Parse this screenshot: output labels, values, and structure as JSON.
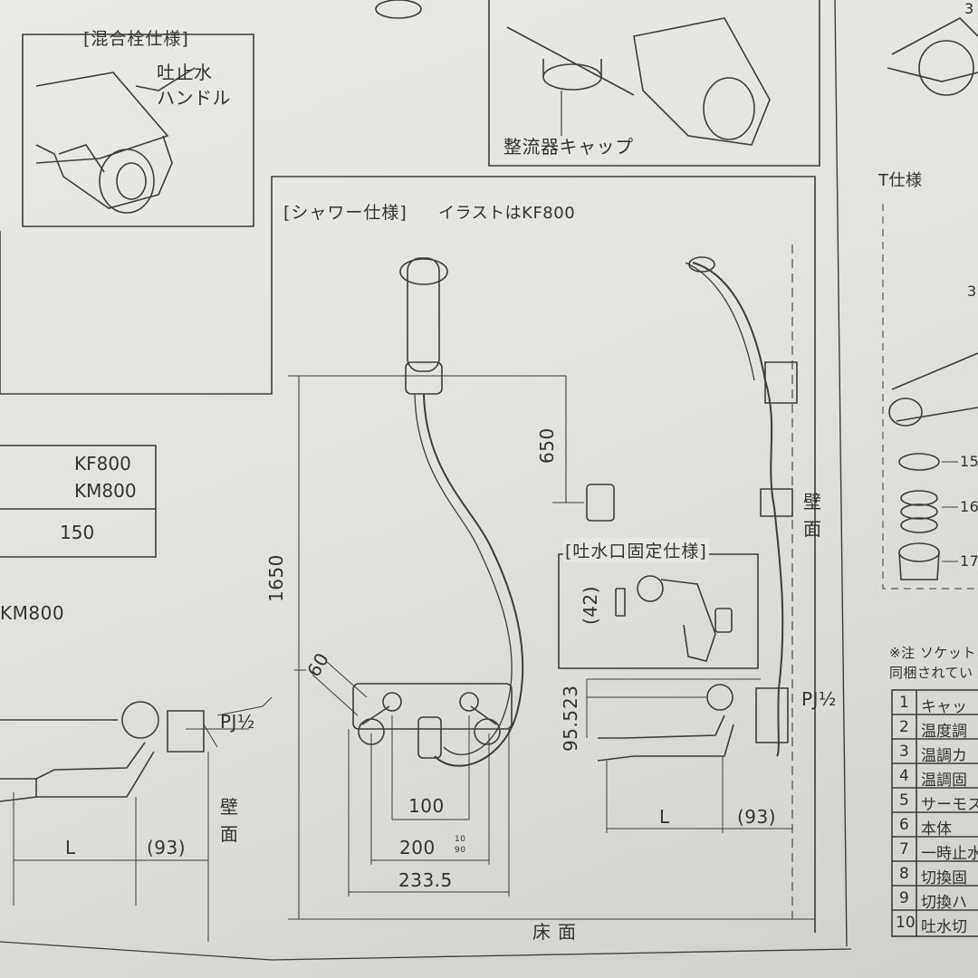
{
  "mixer_spec": {
    "title": "[混合栓仕様]",
    "label_line1": "吐止水",
    "label_line2": "ハンドル"
  },
  "aerator_label": "整流器キャップ",
  "shower_spec": {
    "title": "[シャワー仕様]",
    "note": "イラストはKF800"
  },
  "spout_fixed_spec": {
    "title": "[吐水口固定仕様]",
    "dim": "(42)"
  },
  "table_left": {
    "models": [
      "KF800",
      "KM800"
    ],
    "value": "150"
  },
  "model_caption": "KM800",
  "dimensions": {
    "height": "1650",
    "hook": "650",
    "angle": "60",
    "pitch_inner": "100",
    "pitch": "200",
    "pitch_tol_upper": "10",
    "pitch_tol_lower": "90",
    "width": "233.5",
    "d23": "23",
    "d95": "95.5",
    "L": "L",
    "d93": "(93)"
  },
  "pipe_label": "PJ½",
  "wall": [
    "壁",
    "面"
  ],
  "floor": [
    "床",
    "面"
  ],
  "t_spec": "T仕様",
  "right_edge": {
    "note_line1": "※注 ソケット",
    "note_line2": "同梱されてい",
    "top_num": "3",
    "mid_num": "3",
    "parts_labels": [
      "15",
      "16",
      "17"
    ]
  },
  "parts_table": {
    "rows": [
      {
        "no": "1",
        "name": "キャッ"
      },
      {
        "no": "2",
        "name": "温度調"
      },
      {
        "no": "3",
        "name": "温調カ"
      },
      {
        "no": "4",
        "name": "温調固"
      },
      {
        "no": "5",
        "name": "サーモス"
      },
      {
        "no": "6",
        "name": "本体"
      },
      {
        "no": "7",
        "name": "一時止水"
      },
      {
        "no": "8",
        "name": "切換固"
      },
      {
        "no": "9",
        "name": "切換ハ"
      },
      {
        "no": "10",
        "name": "吐水切"
      }
    ]
  }
}
